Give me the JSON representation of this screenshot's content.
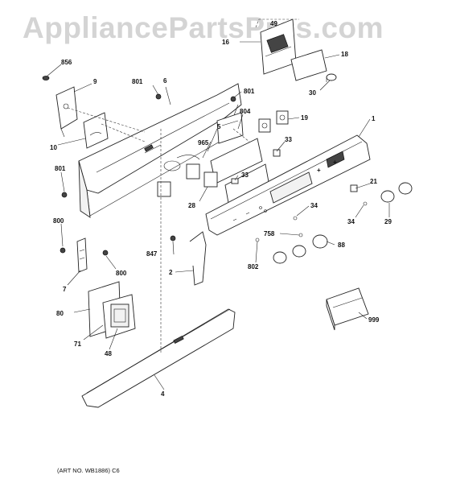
{
  "watermark": "AppliancePartsPros.com",
  "caption": "(ART NO. WB1886) C6",
  "callouts": [
    "856",
    "9",
    "801",
    "6",
    "801",
    "16",
    "49",
    "18",
    "30",
    "804",
    "19",
    "10",
    "965",
    "5",
    "1",
    "33",
    "33",
    "801",
    "28",
    "21",
    "34",
    "800",
    "758",
    "34",
    "29",
    "847",
    "88",
    "802",
    "2",
    "800",
    "7",
    "80",
    "999",
    "71",
    "48",
    "4"
  ]
}
